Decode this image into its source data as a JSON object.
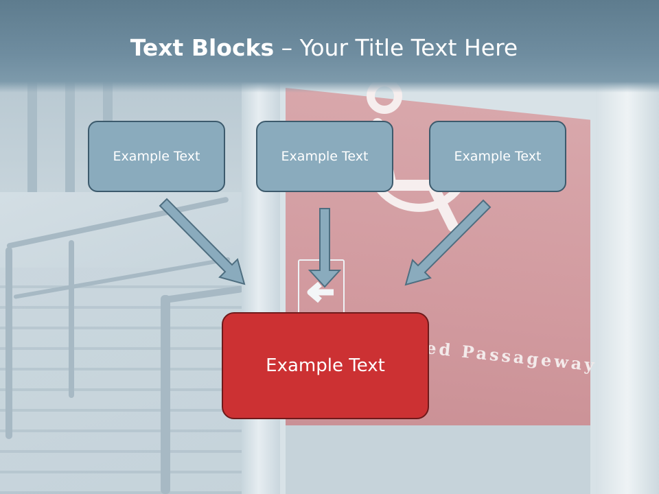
{
  "slide": {
    "title_bold": "Text Blocks",
    "title_rest": " – Your Title Text Here"
  },
  "blocks": {
    "top_left": "Example Text",
    "top_center": "Example Text",
    "top_right": "Example Text",
    "bottom_main": "Example Text"
  },
  "background": {
    "sign_text": "ed Passageway"
  },
  "colors": {
    "title_band": "#6f8da0",
    "block_fill": "#8aabbd",
    "block_border": "#3c5a6c",
    "main_block_fill": "#cc3133",
    "main_block_border": "#6e1a1b",
    "arrow_fill": "#8aabbd",
    "arrow_border": "#4e6e80"
  }
}
